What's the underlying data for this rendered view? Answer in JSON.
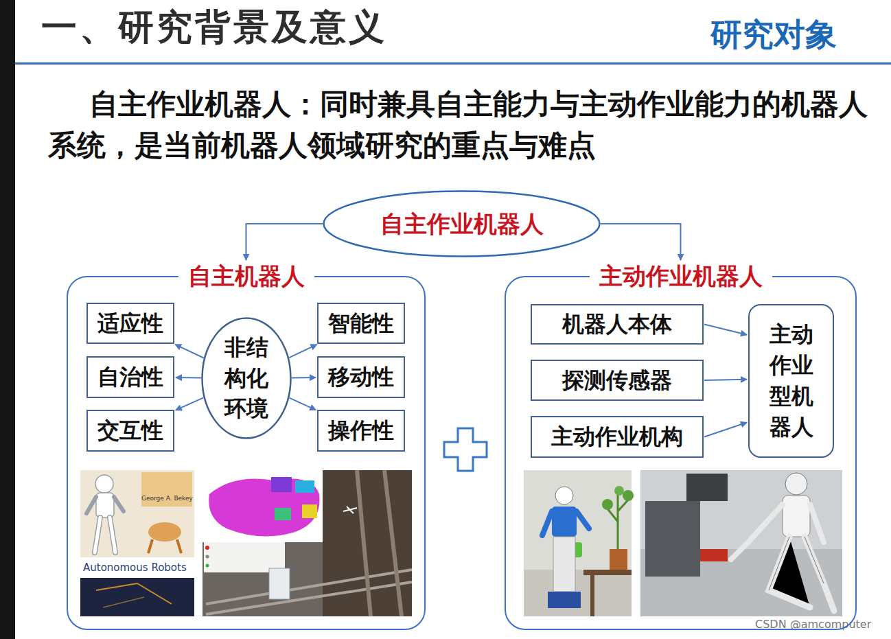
{
  "diagram": {
    "title": "一、研究背景及意义",
    "nodes": [
      {
        "text": [
          "自主作业机器人"
        ]
      },
      {
        "text": [
          "自主机器人"
        ]
      },
      {
        "text": [
          "适应性"
        ],
        "in": 1
      },
      {
        "text": [
          "非结构化环境"
        ],
        "in": 1
      },
      {
        "text": [
          "智能性"
        ],
        "in": 1
      },
      {
        "text": [
          "自治性"
        ],
        "in": 1
      },
      {
        "text": [
          "移动性"
        ],
        "in": 1
      },
      {
        "text": [
          "交互性"
        ],
        "in": 1
      },
      {
        "text": [
          "操作性"
        ],
        "in": 1
      },
      {
        "text": [
          "主动作业机器人"
        ]
      },
      {
        "text": [
          "机器人本体"
        ],
        "in": 9
      },
      {
        "text": [
          "主动作业型机器人"
        ],
        "in": 9
      },
      {
        "text": [
          "探测传感器"
        ],
        "in": 9
      },
      {
        "text": [
          "主动作业机构"
        ],
        "in": 9
      }
    ],
    "edges": [
      {
        "from": 0,
        "to": 1,
        "arrow": "to"
      },
      {
        "from": 0,
        "to": 9,
        "arrow": "to"
      },
      {
        "from": 3,
        "to": 2,
        "arrow": "to"
      },
      {
        "from": 3,
        "to": 4,
        "arrow": "to"
      },
      {
        "from": 3,
        "to": 5,
        "arrow": "to"
      },
      {
        "from": 3,
        "to": 6,
        "arrow": "to"
      },
      {
        "from": 3,
        "to": 7,
        "arrow": "to"
      },
      {
        "from": 3,
        "to": 8,
        "arrow": "to"
      },
      {
        "from": 10,
        "to": 11,
        "arrow": "to"
      },
      {
        "from": 12,
        "to": 11,
        "arrow": "to"
      },
      {
        "from": 13,
        "to": 11,
        "arrow": "to"
      }
    ],
    "labels": [
      "研究对象",
      "自主作业机器人：同时兼具自主能力与主动作业能力的机器人系统，是当前机器人领域研究的重点与难点",
      "George A. Bekey",
      "Autonomous Robots",
      "CSDN @amcomputer"
    ]
  }
}
